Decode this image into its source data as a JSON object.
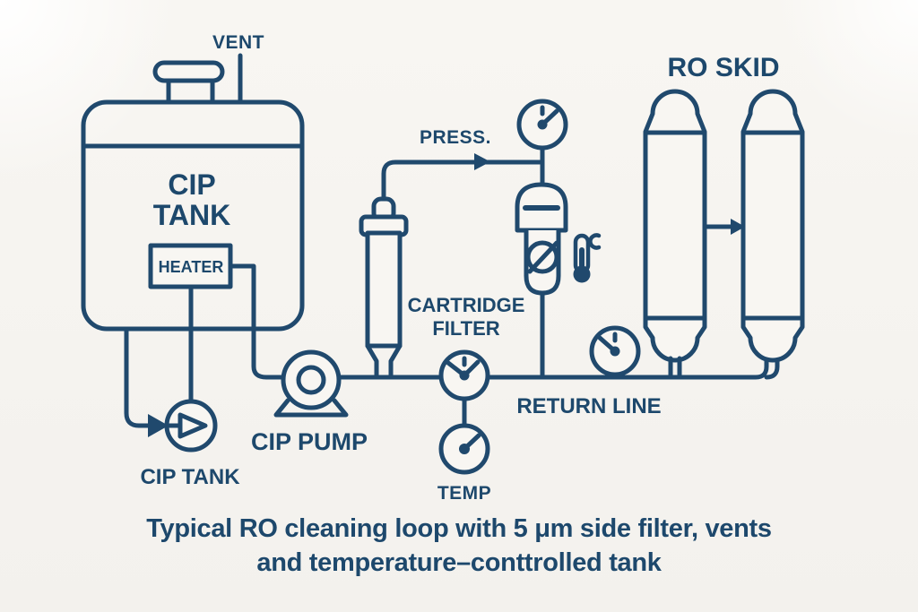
{
  "colors": {
    "ink": "#20496d",
    "background": "#f8f6f2"
  },
  "diagram": {
    "labels": {
      "vent": "VENT",
      "tank": {
        "line1": "CIP",
        "line2": "TANK"
      },
      "heater": "HEATER",
      "pump": "CIP PUMP",
      "tank_valve": "CIP TANK",
      "cartridge": {
        "line1": "CARTRIDGE",
        "line2": "FILTER"
      },
      "press": "PRESS.",
      "ro_skid": "RO SKID",
      "return_line": "RETURN LINE",
      "temp": "TEMP"
    },
    "icons": {
      "pressure_gauge": "dial-gauge",
      "line_clock_gauge": "dial-gauge",
      "return_gauge": "dial-gauge",
      "temp_gauge": "dial-gauge",
      "thermometer": "thermometer-degree",
      "check_valve": "circle-flow-arrow",
      "pump": "centrifugal-pump",
      "flow_arrow": "filled-triangle"
    }
  },
  "caption": {
    "line1": "Typical RO cleaning loop with 5 μm side filter, vents",
    "line2": "and temperature–conttrolled tank"
  }
}
